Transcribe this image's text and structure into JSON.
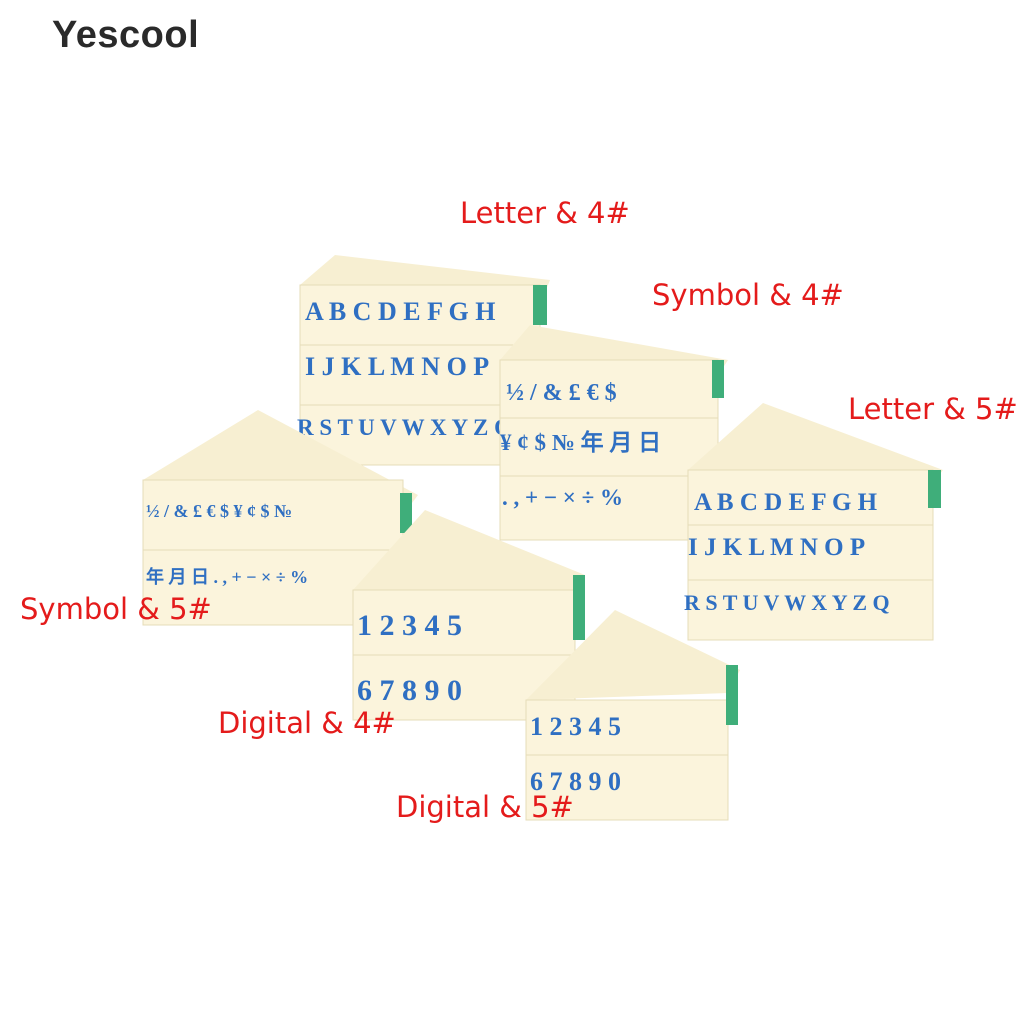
{
  "brand": "Yescool",
  "colors": {
    "label": "#e41b1b",
    "glyph": "#2f6fc2",
    "body": "#fbf4dc",
    "tab": "#3fae7a"
  },
  "labels": {
    "letter4": "Letter & 4#",
    "symbol4": "Symbol & 4#",
    "letter5": "Letter & 5#",
    "symbol5": "Symbol & 5#",
    "digital4": "Digital & 4#",
    "digital5": "Digital & 5#"
  },
  "stamps": {
    "letter4": [
      "A B C D E F G H",
      "I J K L M N O P",
      "R S T U V W X Y Z Q"
    ],
    "symbol4": [
      "½ / & £ € $",
      "¥ ¢ $ № 年 月 日",
      ". , + − × ÷ %"
    ],
    "letter5": [
      "A B C D E F G H",
      "I J K L M N O P",
      "R S T U V W X Y Z Q"
    ],
    "symbol5": [
      "½ / & £ € $ ¥ ¢ $ №",
      "年 月 日 . , + − × ÷ %"
    ],
    "digital4": [
      "1 2 3 4 5",
      "6 7 8 9 0"
    ],
    "digital5": [
      "1 2 3 4 5",
      "6 7 8 9 0"
    ]
  }
}
